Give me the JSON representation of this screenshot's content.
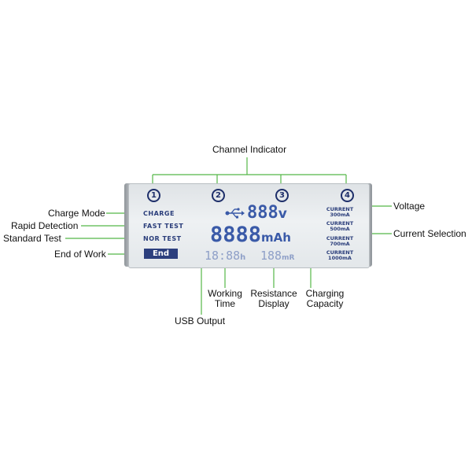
{
  "callouts": {
    "channel_indicator": "Channel Indicator",
    "voltage": "Voltage",
    "current_selection": "Current Selection",
    "charge_mode": "Charge Mode",
    "rapid_detection": "Rapid Detection",
    "standard_test": "Standard Test",
    "end_of_work": "End of Work",
    "working_time_1": "Working",
    "working_time_2": "Time",
    "resistance_display_1": "Resistance",
    "resistance_display_2": "Display",
    "charging_capacity_1": "Charging",
    "charging_capacity_2": "Capacity",
    "usb_output": "USB Output"
  },
  "lcd": {
    "channels": [
      "1",
      "2",
      "3",
      "4"
    ],
    "modes": {
      "charge": "CHARGE",
      "fast_test": "FAST TEST",
      "nor_test": "NOR TEST",
      "end": "End"
    },
    "voltage_digits": "888",
    "voltage_unit": "v",
    "capacity_digits": "8888",
    "capacity_unit": "mAh",
    "time_digits": "18:88",
    "time_unit": "h",
    "resistance_digits": "188",
    "resistance_unit": "mR",
    "currents": [
      {
        "label": "CURRENT",
        "value": "300mA"
      },
      {
        "label": "CURRENT",
        "value": "500mA"
      },
      {
        "label": "CURRENT",
        "value": "700mA"
      },
      {
        "label": "CURRENT",
        "value": "1000mA"
      }
    ]
  },
  "colors": {
    "leader_lines": "#55b848",
    "lcd_ink": "#3a5aa8",
    "lcd_label": "#2a3d7a"
  },
  "icons": {
    "usb": "usb-icon"
  }
}
